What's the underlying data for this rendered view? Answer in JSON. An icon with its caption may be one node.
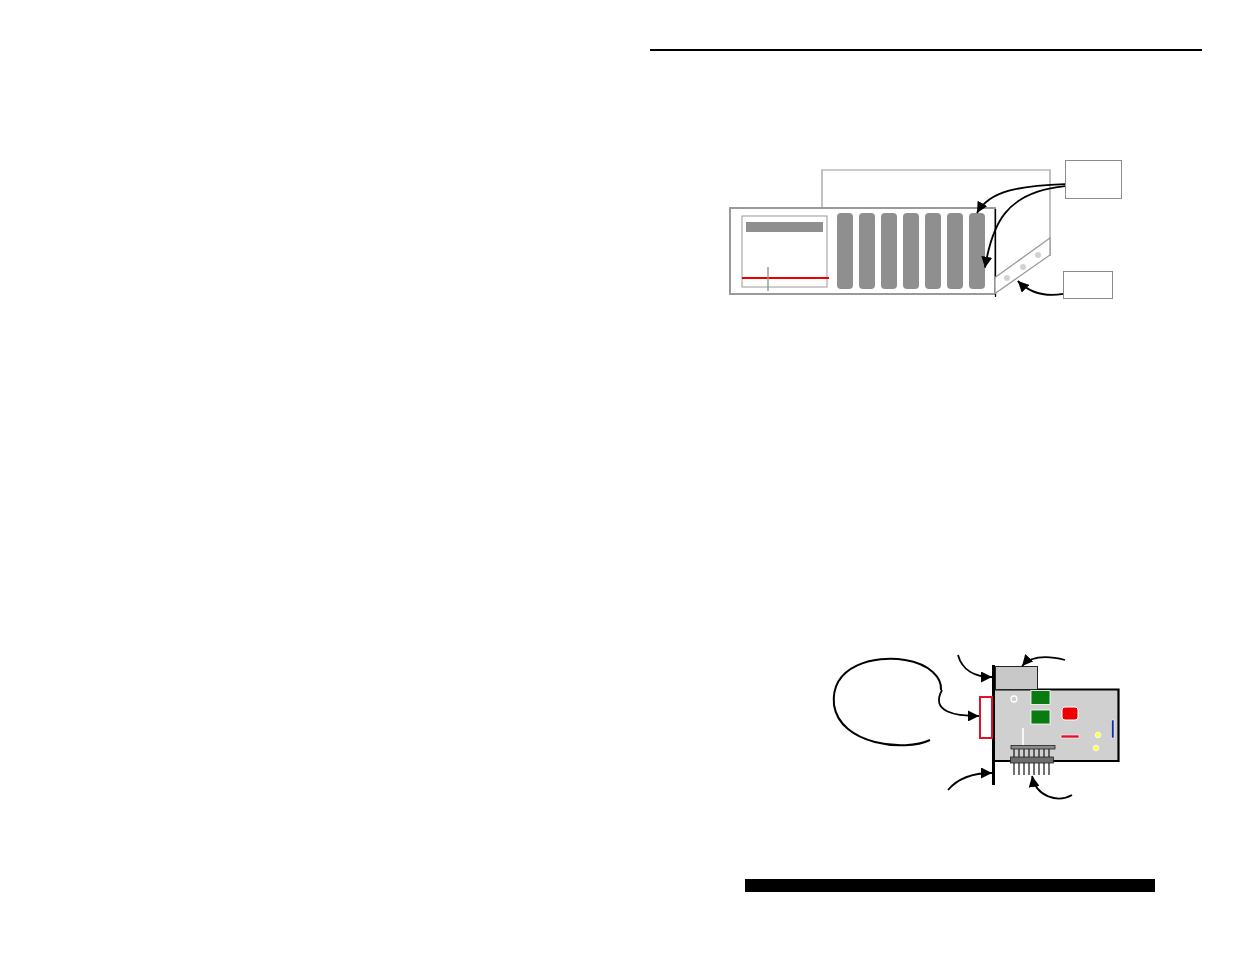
{
  "diagram": {
    "nodes": [
      {
        "text": [],
        "shape": "box"
      },
      {
        "text": [],
        "shape": "bar"
      },
      {
        "text": [],
        "shape": "bar"
      },
      {
        "text": [],
        "shape": "bar"
      },
      {
        "text": [],
        "shape": "bar"
      },
      {
        "text": [],
        "shape": "bar"
      },
      {
        "text": [],
        "shape": "bar"
      },
      {
        "text": [],
        "shape": "bar"
      },
      {
        "text": [],
        "shape": "picture"
      },
      {
        "text": [],
        "shape": "box"
      },
      {
        "text": [],
        "shape": "circle"
      },
      {
        "text": [],
        "shape": "bar"
      },
      {
        "text": [],
        "shape": "box"
      },
      {
        "text": [],
        "shape": "box"
      },
      {
        "text": [],
        "shape": "picture"
      }
    ],
    "edges": [
      {
        "from": 0,
        "to": 7,
        "arrow": "to"
      },
      {
        "from": 0,
        "to": 7,
        "arrow": "to"
      },
      {
        "from": 9,
        "to": 8,
        "arrow": "to"
      },
      {
        "from": null,
        "to": 11,
        "arrow": "to"
      },
      {
        "from": null,
        "to": 12,
        "arrow": "to"
      },
      {
        "from": 10,
        "to": 13,
        "arrow": "to"
      },
      {
        "from": null,
        "to": 11,
        "arrow": "to"
      },
      {
        "from": null,
        "to": 14,
        "arrow": "to"
      }
    ]
  }
}
